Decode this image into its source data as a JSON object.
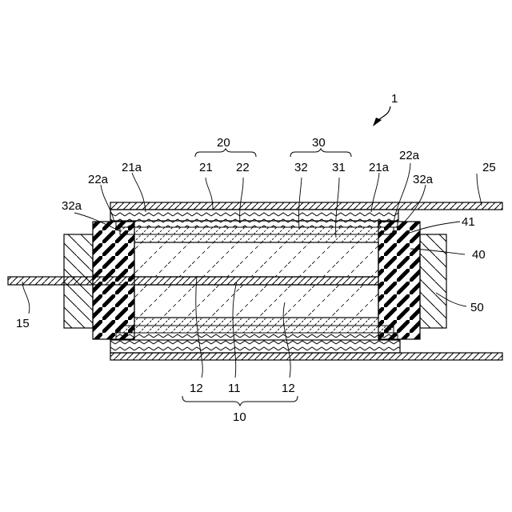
{
  "figure": {
    "ref_device": "1",
    "labels": {
      "l20": "20",
      "l30": "30",
      "l21a_left": "21a",
      "l21": "21",
      "l22": "22",
      "l32": "32",
      "l31": "31",
      "l21a_right": "21a",
      "l22a_right": "22a",
      "l25": "25",
      "l22a_left": "22a",
      "l32a_left": "32a",
      "l32a_right": "32a",
      "l41": "41",
      "l40": "40",
      "l50": "50",
      "l15": "15",
      "l12_left": "12",
      "l11": "11",
      "l12_right": "12",
      "l10": "10"
    }
  }
}
